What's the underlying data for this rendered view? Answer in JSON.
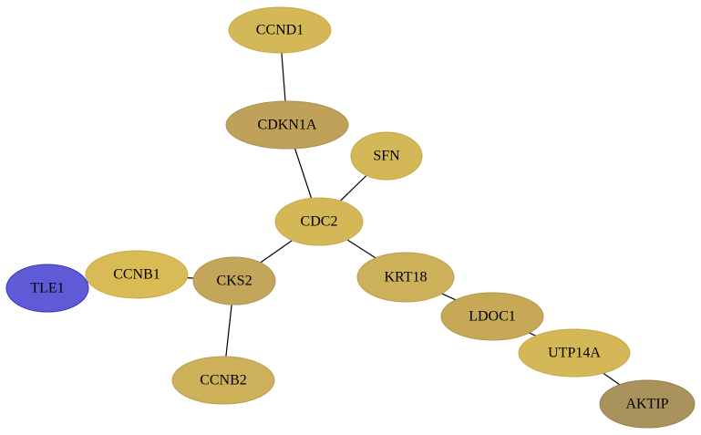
{
  "nodes": [
    {
      "id": "CCND1",
      "label": "CCND1",
      "fill": "#d4b757",
      "stroke": "#c7a94d"
    },
    {
      "id": "CDKN1A",
      "label": "CDKN1A",
      "fill": "#bfa15a",
      "stroke": "#ad9050"
    },
    {
      "id": "SFN",
      "label": "SFN",
      "fill": "#d4b757",
      "stroke": "#c7a94d"
    },
    {
      "id": "CDC2",
      "label": "CDC2",
      "fill": "#d4b757",
      "stroke": "#c7a94d"
    },
    {
      "id": "TLE1",
      "label": "TLE1",
      "fill": "#5f5bd6",
      "stroke": "#3a35c0"
    },
    {
      "id": "CCNB1",
      "label": "CCNB1",
      "fill": "#d9bb55",
      "stroke": "#c9ab4b"
    },
    {
      "id": "CKS2",
      "label": "CKS2",
      "fill": "#c4a65b",
      "stroke": "#b39552"
    },
    {
      "id": "KRT18",
      "label": "KRT18",
      "fill": "#cdb05a",
      "stroke": "#bd9f50"
    },
    {
      "id": "LDOC1",
      "label": "LDOC1",
      "fill": "#c6a857",
      "stroke": "#b3964c"
    },
    {
      "id": "UTP14A",
      "label": "UTP14A",
      "fill": "#d4b757",
      "stroke": "#c7a94d"
    },
    {
      "id": "CCNB2",
      "label": "CCNB2",
      "fill": "#cdb05a",
      "stroke": "#bd9f50"
    },
    {
      "id": "AKTIP",
      "label": "AKTIP",
      "fill": "#a9925c",
      "stroke": "#968051"
    }
  ],
  "edges": [
    {
      "source": "CCND1",
      "target": "CDKN1A"
    },
    {
      "source": "CDKN1A",
      "target": "CDC2"
    },
    {
      "source": "SFN",
      "target": "CDC2"
    },
    {
      "source": "CDC2",
      "target": "CKS2"
    },
    {
      "source": "CDC2",
      "target": "KRT18"
    },
    {
      "source": "TLE1",
      "target": "CCNB1"
    },
    {
      "source": "CCNB1",
      "target": "CKS2"
    },
    {
      "source": "CKS2",
      "target": "CCNB2"
    },
    {
      "source": "KRT18",
      "target": "LDOC1"
    },
    {
      "source": "LDOC1",
      "target": "UTP14A"
    },
    {
      "source": "UTP14A",
      "target": "AKTIP"
    }
  ]
}
